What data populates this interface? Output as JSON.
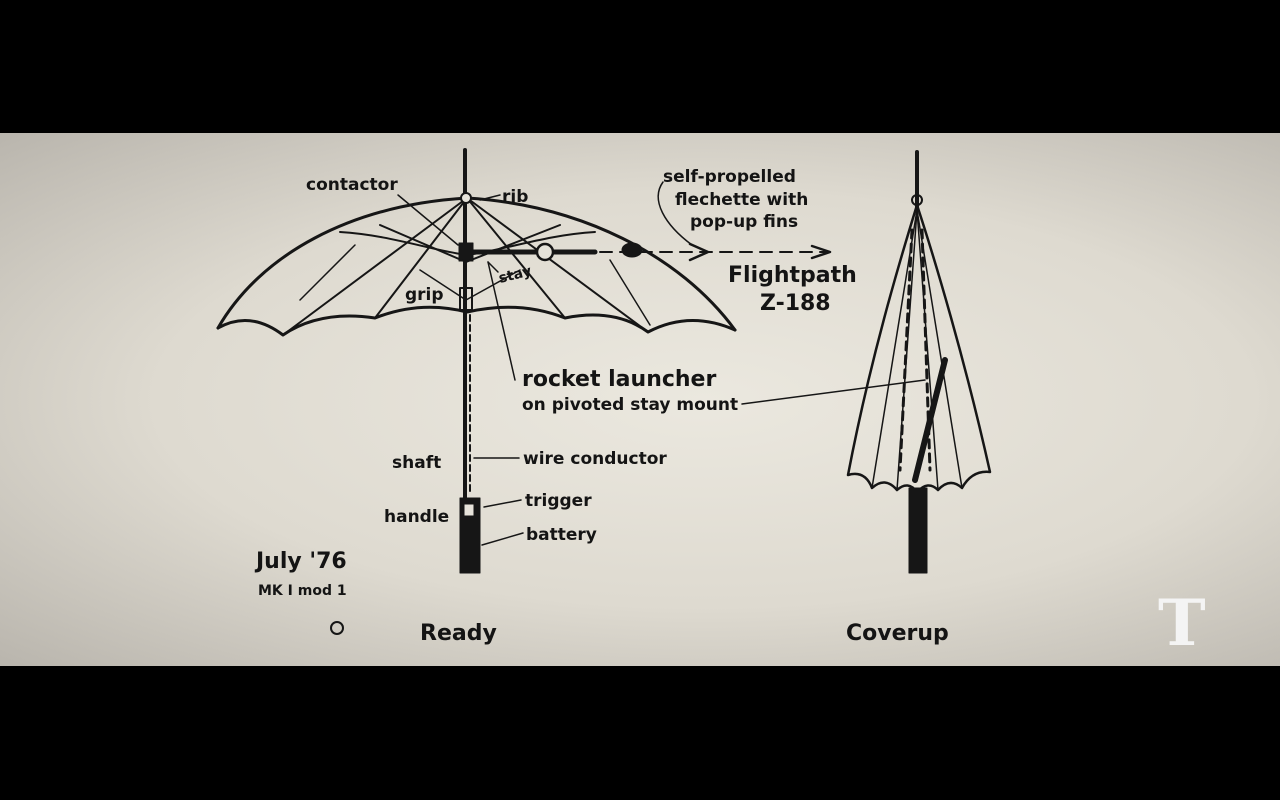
{
  "labels": {
    "contactor": "contactor",
    "rib": "rib",
    "grip": "grip",
    "stay": "stay",
    "self_propelled_1": "self-propelled",
    "self_propelled_2": "flechette with",
    "self_propelled_3": "pop-up fins",
    "flightpath_1": "Flightpath",
    "flightpath_2": "Z-188",
    "rocket_launcher_1": "rocket launcher",
    "rocket_launcher_2": "on pivoted stay mount",
    "shaft": "shaft",
    "wire_conductor": "wire conductor",
    "trigger": "trigger",
    "handle": "handle",
    "battery": "battery"
  },
  "date_note": {
    "date": "July '76",
    "model": "MK I mod 1"
  },
  "captions": {
    "ready": "Ready",
    "coverup": "Coverup"
  },
  "logo": "T"
}
